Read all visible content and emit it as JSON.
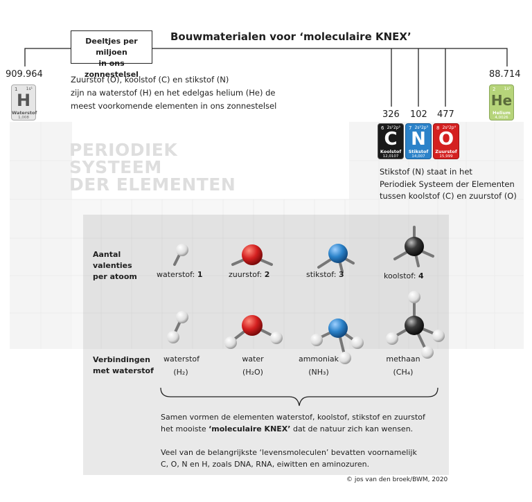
{
  "title": "Bouwmaterialen voor ‘moleculaire KNEX’",
  "ppm_label": [
    "Deeltjes per miljoen",
    "in ons zonnestelsel"
  ],
  "abundance": {
    "H": "909.964",
    "He": "88.714",
    "C": "326",
    "N": "102",
    "O": "477"
  },
  "intro_lines": [
    "Zuurstof (O), koolstof (C) en stikstof (N)",
    "zijn na waterstof (H) en het edelgas helium (He) de",
    "meest voorkomende elementen in ons zonnestelsel"
  ],
  "ghost_title": [
    "PERIODIEK",
    "SYSTEEM",
    "DER ELEMENTEN"
  ],
  "elements": {
    "H": {
      "number": "1",
      "config": "1s¹",
      "symbol": "H",
      "name": "Waterstof",
      "mass": "1,008",
      "color": "#e6e6e6"
    },
    "He": {
      "number": "2",
      "config": "1s²",
      "symbol": "He",
      "name": "Helium",
      "mass": "4,0026",
      "color": "#b6d47a"
    },
    "C": {
      "number": "6",
      "config": "2s²2p²",
      "symbol": "C",
      "name": "Koolstof",
      "mass": "12,0107",
      "color": "#1a1a1a"
    },
    "N": {
      "number": "7",
      "config": "2s²2p³",
      "symbol": "N",
      "name": "Stikstof",
      "mass": "14,007",
      "color": "#2b82c9"
    },
    "O": {
      "number": "8",
      "config": "2s²2p⁴",
      "symbol": "O",
      "name": "Zuurstof",
      "mass": "15,999",
      "color": "#d42020"
    }
  },
  "cno_note": [
    "Stikstof (N) staat in het",
    "Periodiek Systeem der Elementen",
    "tussen koolstof (C) en zuurstof (O)"
  ],
  "valence_label": [
    "Aantal",
    "valenties",
    "per atoom"
  ],
  "valences": [
    {
      "name": "waterstof: ",
      "value": "1"
    },
    {
      "name": "zuurstof: ",
      "value": "2"
    },
    {
      "name": "stikstof: ",
      "value": "3"
    },
    {
      "name": "koolstof: ",
      "value": "4"
    }
  ],
  "compounds_label": [
    "Verbindingen",
    "met waterstof"
  ],
  "compounds": [
    {
      "name": "waterstof",
      "formula": "(H₂)"
    },
    {
      "name": "water",
      "formula": "(H₂O)"
    },
    {
      "name": "ammoniak",
      "formula": "(NH₃)"
    },
    {
      "name": "methaan",
      "formula": "(CH₄)"
    }
  ],
  "summary": {
    "line1": "Samen vormen de elementen waterstof, koolstof, stikstof en zuurstof",
    "line2_pre": "het mooiste ",
    "line2_bold": "‘moleculaire KNEX’",
    "line2_post": " dat de natuur zich kan wensen.",
    "line3": "Veel van de belangrijkste ‘levensmoleculen’ bevatten voornamelijk",
    "line4": "C, O, N en H, zoals DNA, RNA, eiwitten en aminozuren."
  },
  "credit": "© jos van den broek/BWM, 2020",
  "colors": {
    "hydrogen_atom": "#e8e8e8",
    "oxygen_atom": "#d42020",
    "nitrogen_atom": "#2b82c9",
    "carbon_atom": "#2a2a2a",
    "bond": "#777777"
  }
}
